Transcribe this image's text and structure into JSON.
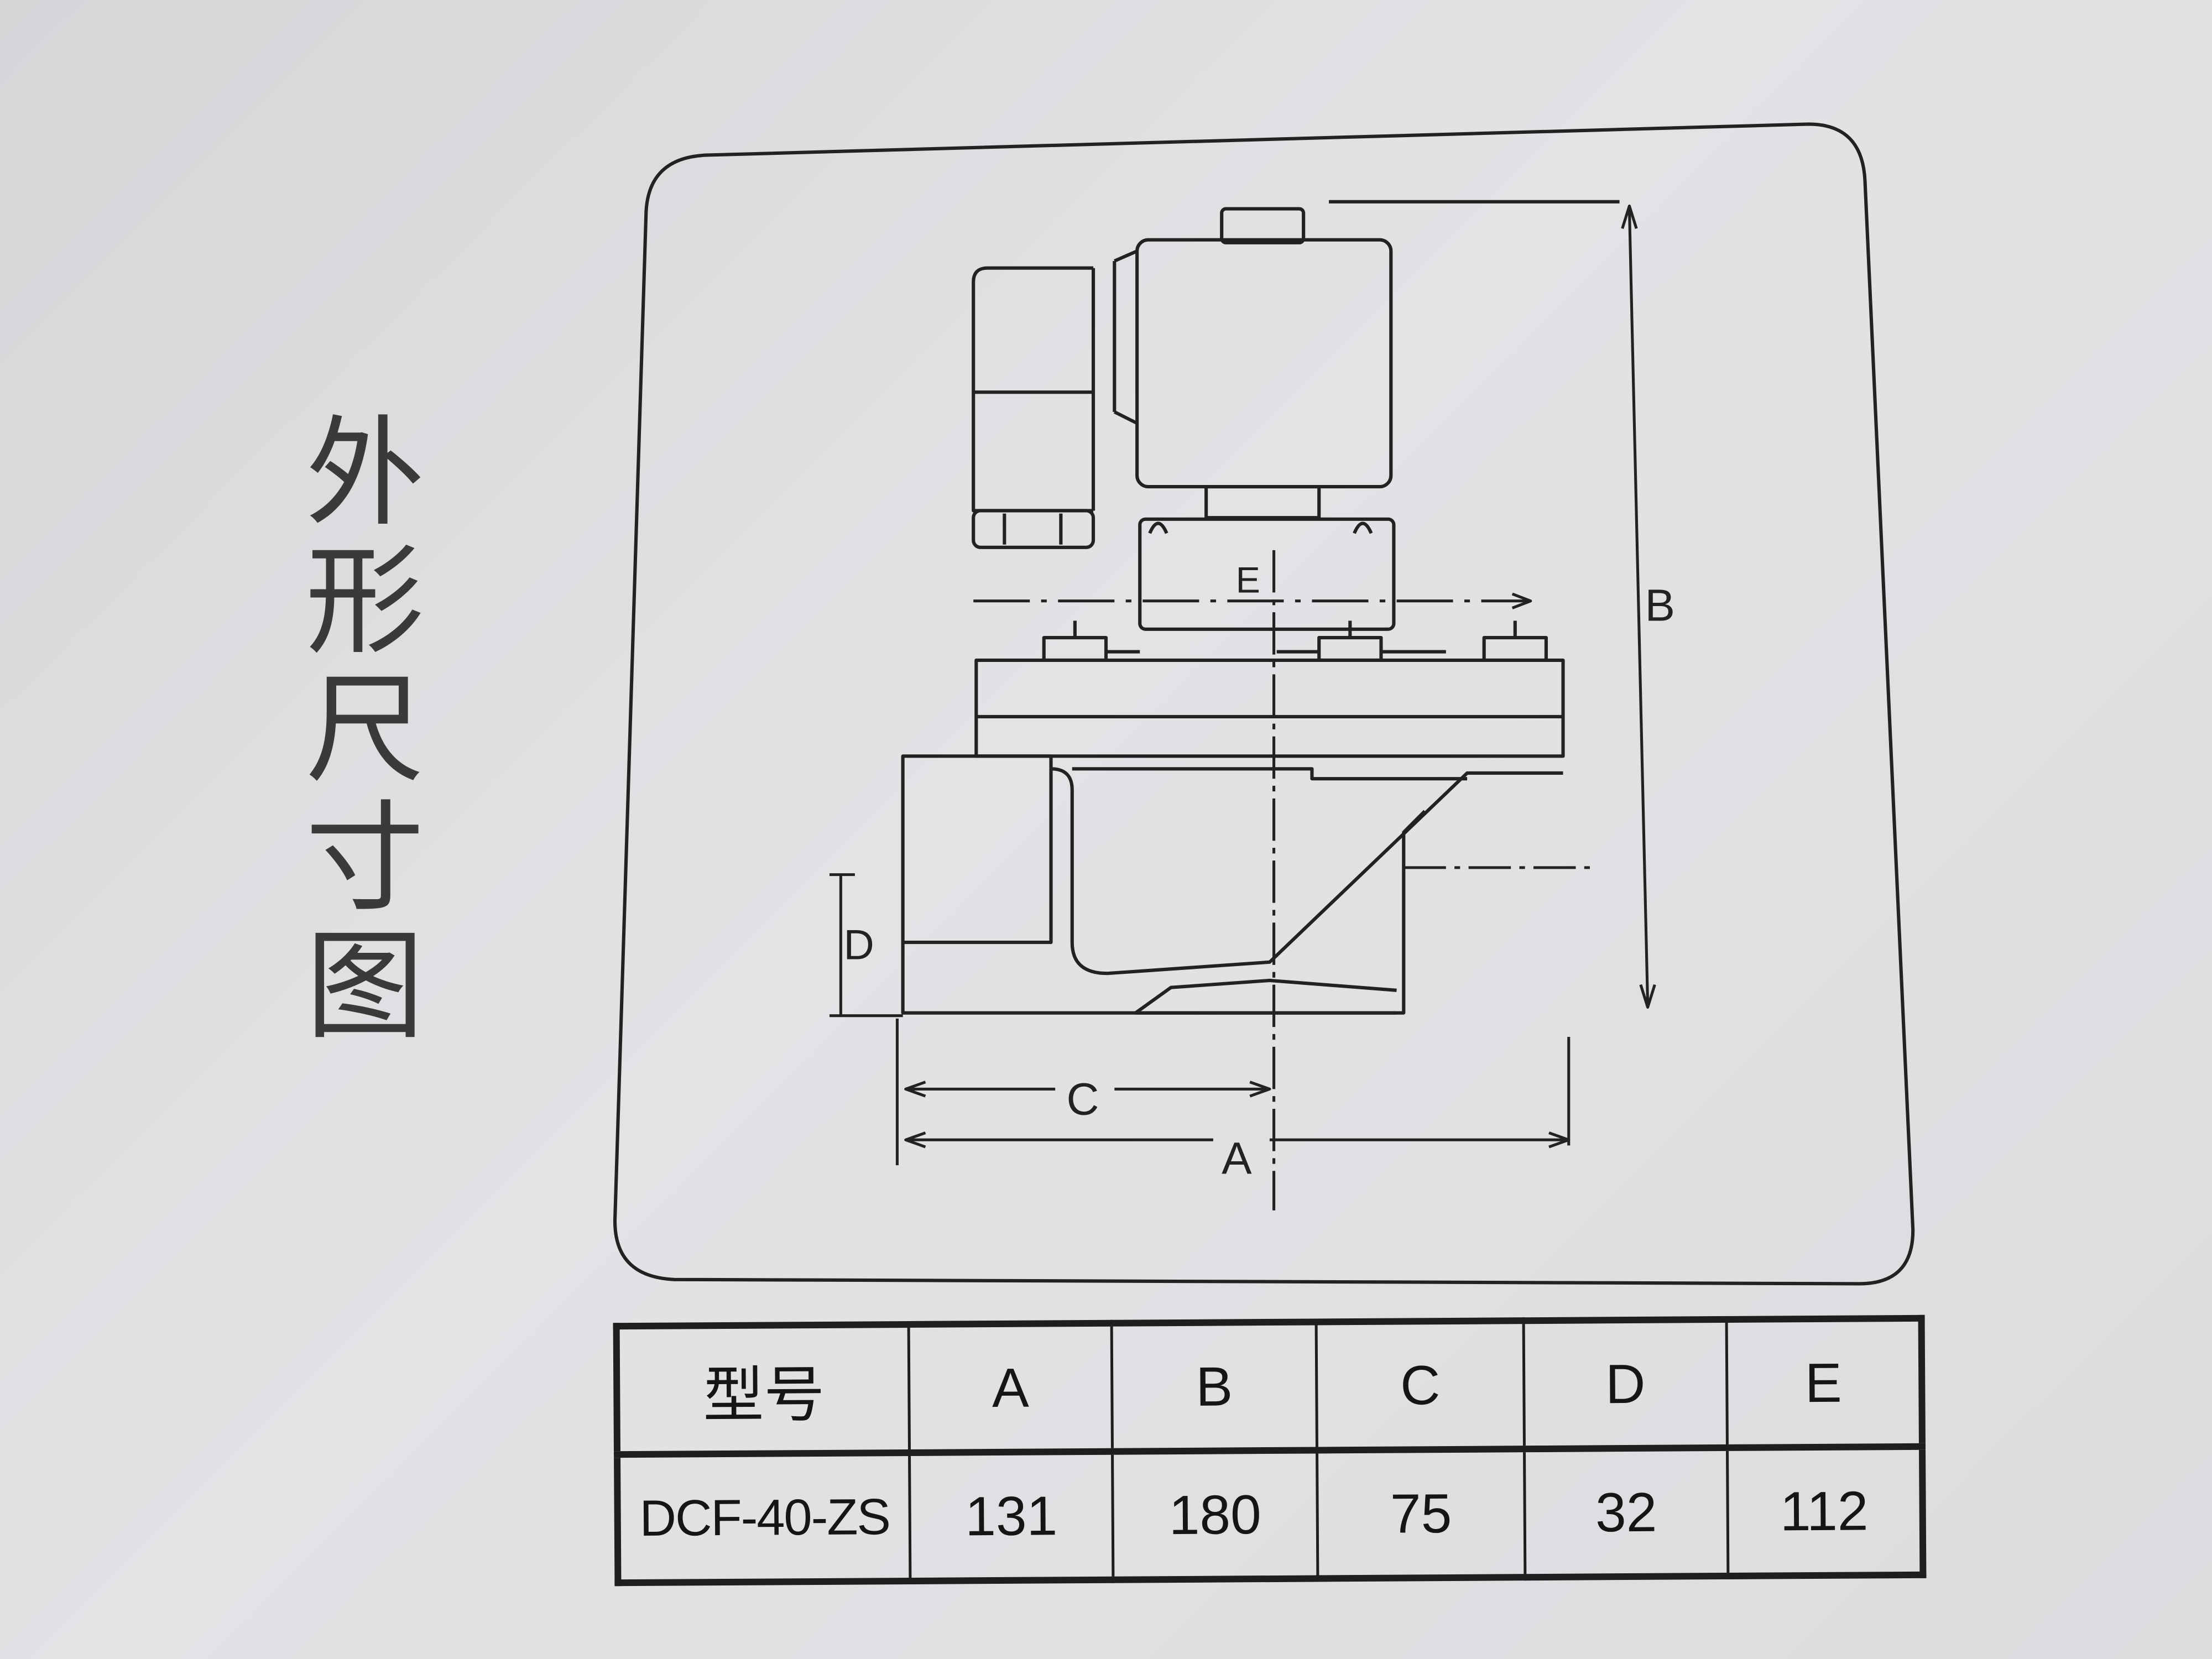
{
  "title": [
    "外",
    "形",
    "尺",
    "寸",
    "图"
  ],
  "drawing": {
    "dim_labels": {
      "A": "A",
      "B": "B",
      "C": "C",
      "D": "D",
      "E": "E"
    }
  },
  "table": {
    "headers": [
      "型号",
      "A",
      "B",
      "C",
      "D",
      "E"
    ],
    "rows": [
      [
        "DCF-40-ZS",
        "131",
        "180",
        "75",
        "32",
        "112"
      ]
    ]
  }
}
